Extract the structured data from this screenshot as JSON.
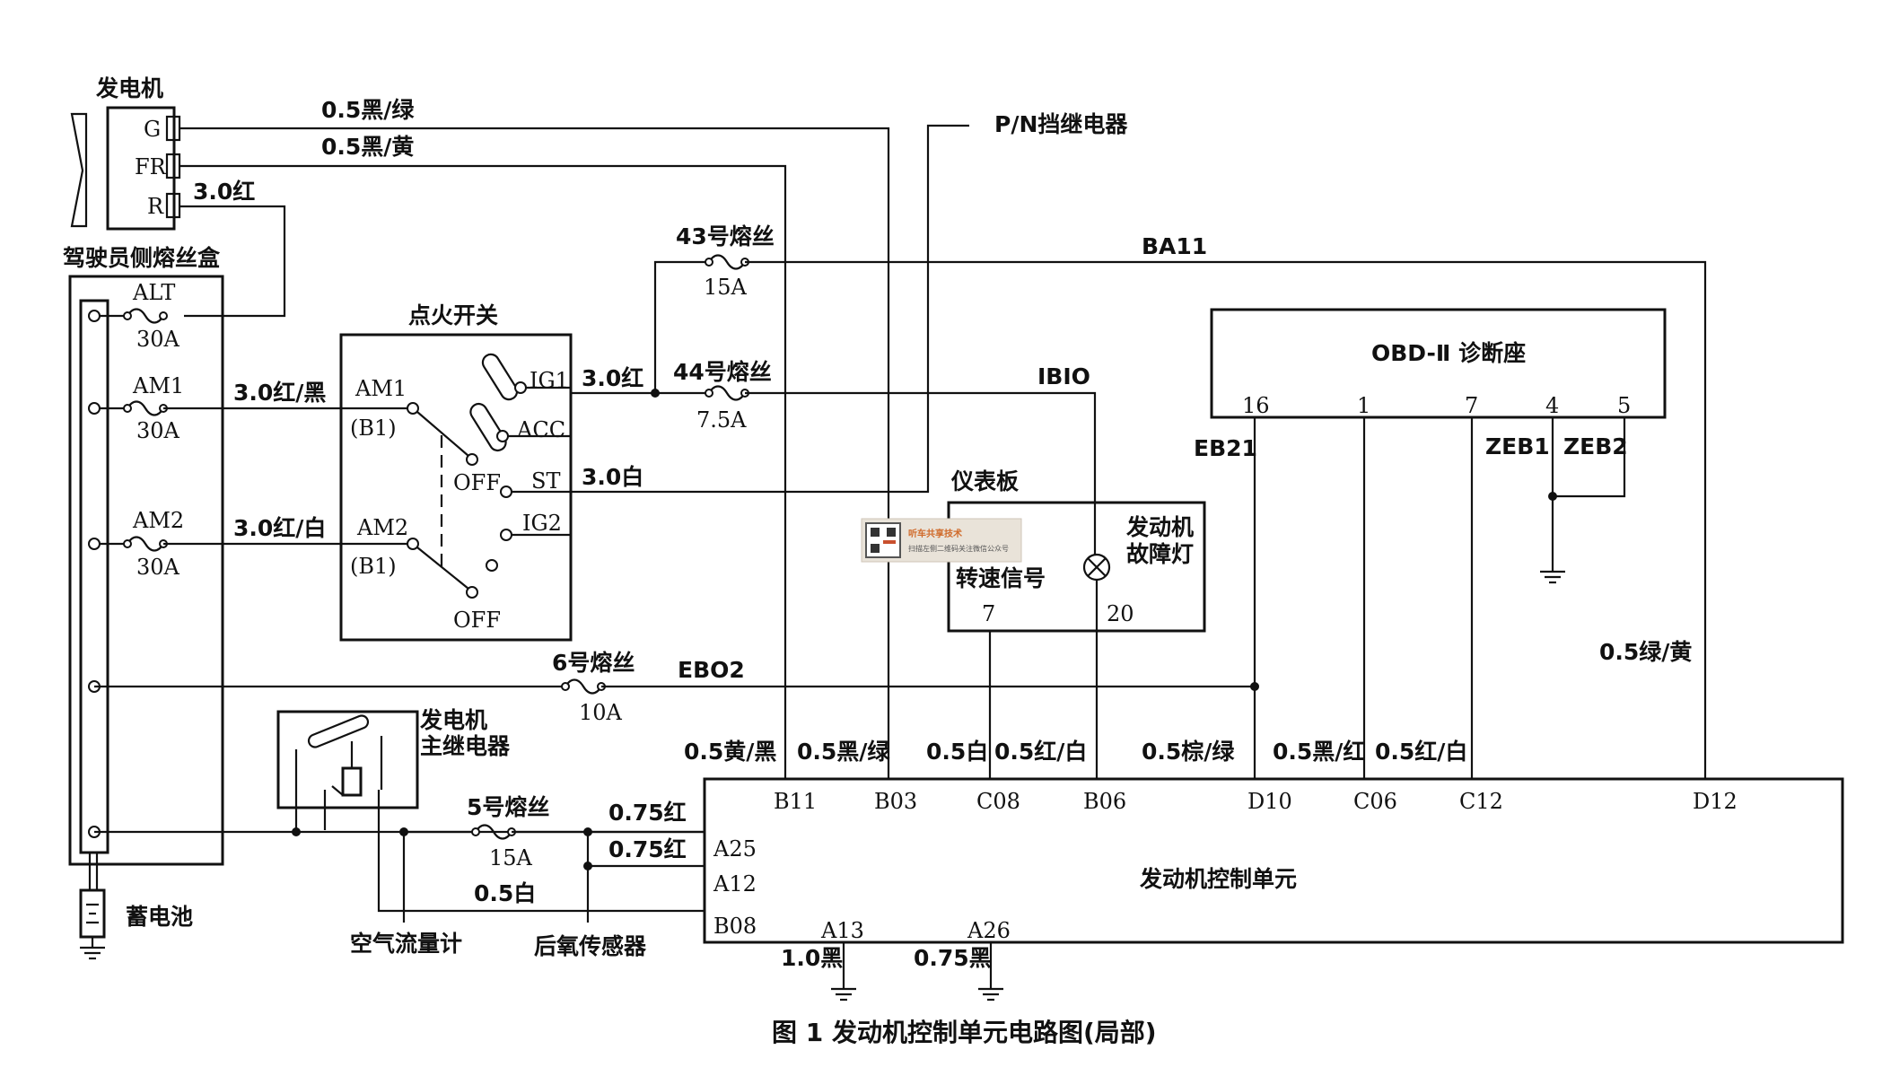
{
  "components": {
    "generator": {
      "title": "发电机",
      "pins": [
        "G",
        "FR",
        "R"
      ]
    },
    "fuse_box": {
      "title": "驾驶员侧熔丝盒",
      "fuses": [
        {
          "name": "ALT",
          "rating": "30A"
        },
        {
          "name": "AM1",
          "rating": "30A"
        },
        {
          "name": "AM2",
          "rating": "30A"
        }
      ]
    },
    "ignition_switch": {
      "title": "点火开关",
      "terminals": [
        "AM1",
        "(B1)",
        "AM2",
        "(B1)",
        "IG1",
        "ACC",
        "ST",
        "IG2",
        "OFF",
        "OFF"
      ]
    },
    "fuse_43": {
      "title": "43号熔丝",
      "rating": "15A"
    },
    "fuse_44": {
      "title": "44号熔丝",
      "rating": "7.5A"
    },
    "fuse_6": {
      "title": "6号熔丝",
      "rating": "10A"
    },
    "fuse_5": {
      "title": "5号熔丝",
      "rating": "15A"
    },
    "pn_relay": {
      "title": "P/N挡继电器"
    },
    "obd": {
      "title": "OBD-Ⅱ 诊断座",
      "pins": [
        "16",
        "1",
        "7",
        "4",
        "5"
      ]
    },
    "instrument_panel": {
      "title": "仪表板",
      "lamp_label_1": "发动机",
      "lamp_label_2": "故障灯",
      "signal_label": "转速信号",
      "pins": [
        "7",
        "20"
      ]
    },
    "main_relay": {
      "title_1": "发电机",
      "title_2": "主继电器"
    },
    "ecu": {
      "title": "发动机控制单元",
      "top_pins": [
        "B11",
        "B03",
        "C08",
        "B06",
        "D10",
        "C06",
        "C12",
        "D12"
      ],
      "left_pins": [
        "A25",
        "A12",
        "B08"
      ],
      "bottom_pins": [
        "A13",
        "A26"
      ]
    },
    "battery": {
      "title": "蓄电池"
    },
    "air_flow_meter": {
      "title": "空气流量计"
    },
    "rear_o2_sensor": {
      "title": "后氧传感器"
    }
  },
  "wires": {
    "g": "0.5黑/绿",
    "fr": "0.5黑/黄",
    "r": "3.0红",
    "am1": "3.0红/黑",
    "am2": "3.0红/白",
    "ig1": "3.0红",
    "st": "3.0白",
    "ba11": "BA11",
    "ibio": "IBIO",
    "ebo2": "EBO2",
    "eb21": "EB21",
    "zeb1": "ZEB1",
    "zeb2": "ZEB2",
    "d12": "0.5绿/黄",
    "b11": "0.5黄/黑",
    "b03": "0.5黑/绿",
    "c08": "0.5白",
    "c08b": "0.5红/白",
    "b06": "0.5棕/绿",
    "c06": "0.5黑/红",
    "c12": "0.5红/白",
    "a25": "0.75红",
    "a12": "0.75红",
    "b08": "0.5白",
    "a13": "1.0黑",
    "a26": "0.75黑"
  },
  "watermark": {
    "line1": "听车共享技术",
    "line2": "扫描左侧二维码关注微信公众号"
  },
  "caption": "图 1  发动机控制单元电路图(局部)"
}
